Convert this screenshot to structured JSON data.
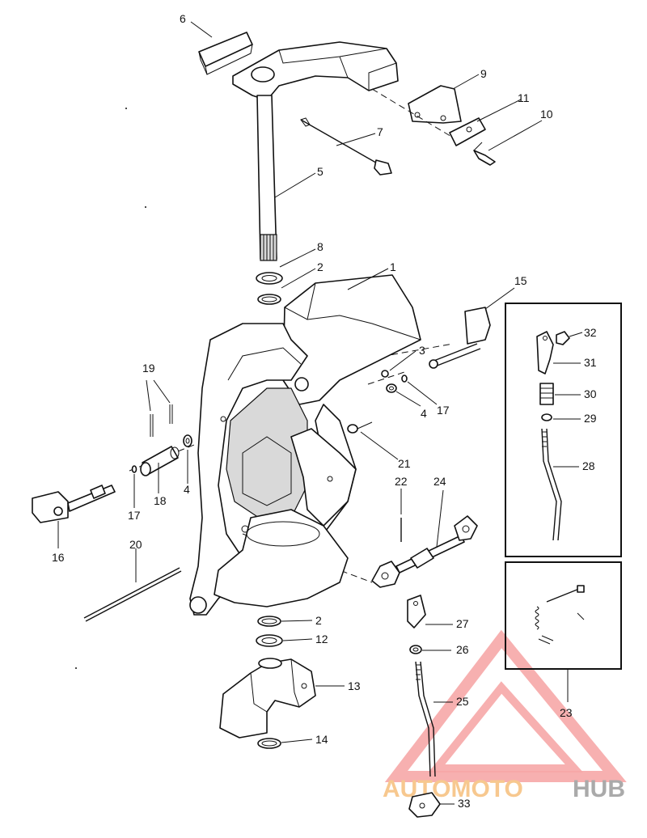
{
  "callouts": {
    "c1": "1",
    "c2a": "2",
    "c2b": "2",
    "c3": "3",
    "c4a": "4",
    "c4b": "4",
    "c5": "5",
    "c6": "6",
    "c7": "7",
    "c8": "8",
    "c9": "9",
    "c10": "10",
    "c11": "11",
    "c12": "12",
    "c13": "13",
    "c14": "14",
    "c15": "15",
    "c16": "16",
    "c17a": "17",
    "c17b": "17",
    "c18": "18",
    "c19": "19",
    "c20": "20",
    "c21": "21",
    "c22": "22",
    "c23": "23",
    "c24": "24",
    "c25": "25",
    "c26": "26",
    "c27": "27",
    "c28": "28",
    "c29": "29",
    "c30": "30",
    "c31": "31",
    "c32": "32",
    "c33": "33"
  },
  "watermark": {
    "part1": "AUTOMOTO",
    "part2": "HUB"
  },
  "colors": {
    "watermark_triangle": "#f6a7a7",
    "watermark_text1": "#f7c88f",
    "watermark_text2": "#aaaaaa"
  }
}
